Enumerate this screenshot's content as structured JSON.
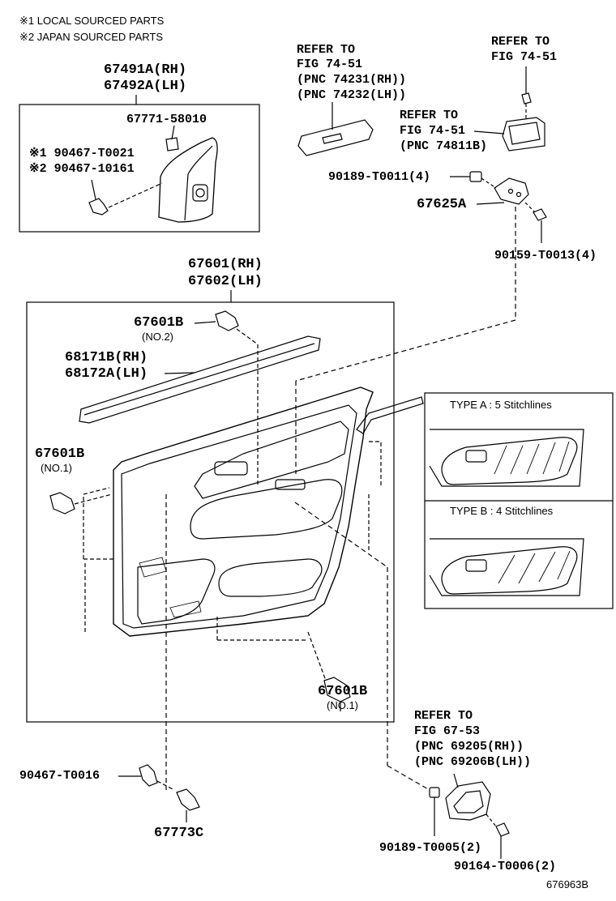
{
  "notes": {
    "local": "※1 LOCAL SOURCED PARTS",
    "japan": "※2 JAPAN SOURCED PARTS"
  },
  "labels": {
    "p67491": "67491A(RH)",
    "p67492": "67492A(LH)",
    "p67771": "67771-58010",
    "p90467a": "※1 90467-T0021",
    "p90467b": "※2 90467-10161",
    "ref1_l1": "REFER TO",
    "ref1_l2": "FIG 74-51",
    "ref1_l3": "(PNC 74231(RH))",
    "ref1_l4": "(PNC 74232(LH))",
    "ref2_l1": "REFER TO",
    "ref2_l2": "FIG 74-51",
    "ref3_l1": "REFER TO",
    "ref3_l2": "FIG 74-51",
    "ref3_l3": "(PNC 74811B)",
    "p90189a": "90189-T0011(4)",
    "p67625": "67625A",
    "p90159": "90159-T0013(4)",
    "p67601": "67601(RH)",
    "p67602": "67602(LH)",
    "p67601b_top": "67601B",
    "no2": "(NO.2)",
    "p68171": "68171B(RH)",
    "p68172": "68172A(LH)",
    "p67601b_left": "67601B",
    "no1_left": "(NO.1)",
    "typeA": "TYPE A : 5 Stitchlines",
    "typeB": "TYPE B : 4 Stitchlines",
    "p67601b_bottom": "67601B",
    "no1_bottom": "(NO.1)",
    "ref4_l1": "REFER TO",
    "ref4_l2": "FIG 67-53",
    "ref4_l3": "(PNC 69205(RH))",
    "ref4_l4": "(PNC 69206B(LH))",
    "p90467c": "90467-T0016",
    "p67773": "67773C",
    "p90189b": "90189-T0005(2)",
    "p90164": "90164-T0006(2)",
    "diagram_no": "676963B"
  }
}
